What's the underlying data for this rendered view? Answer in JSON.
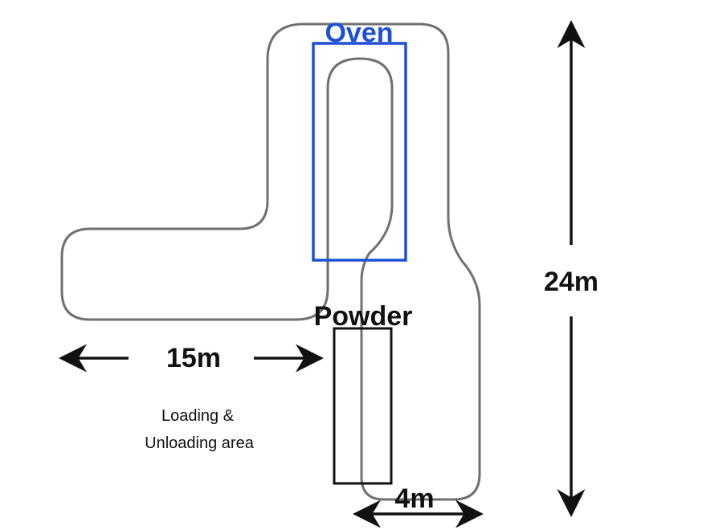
{
  "labels": {
    "oven": "Oven",
    "powder": "Powder",
    "width_dim": "15m",
    "height_dim": "24m",
    "lane_dim": "4m",
    "area_line1": "Loading &",
    "area_line2": "Unloading area"
  },
  "colors": {
    "conveyor": "#707070",
    "oven": "#1f4fd6",
    "powder": "#111111",
    "arrows": "#111111"
  }
}
